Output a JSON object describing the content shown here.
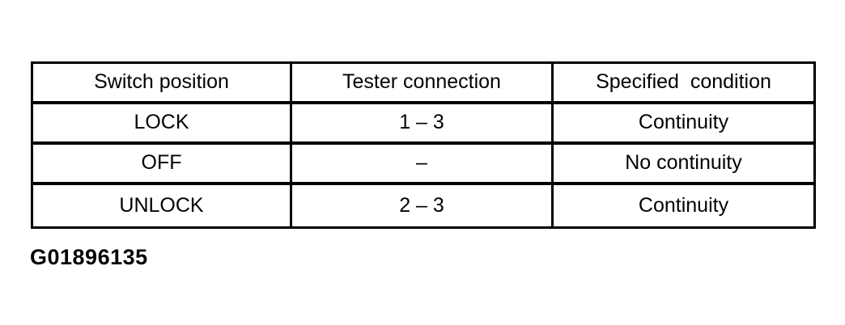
{
  "figure_id": "G01896135",
  "table": {
    "columns": [
      "Switch position",
      "Tester connection",
      "Specified  condition"
    ],
    "rows": [
      [
        "LOCK",
        "1 – 3",
        "Continuity"
      ],
      [
        "OFF",
        "–",
        "No continuity"
      ],
      [
        "UNLOCK",
        "2 – 3",
        "Continuity"
      ]
    ]
  }
}
